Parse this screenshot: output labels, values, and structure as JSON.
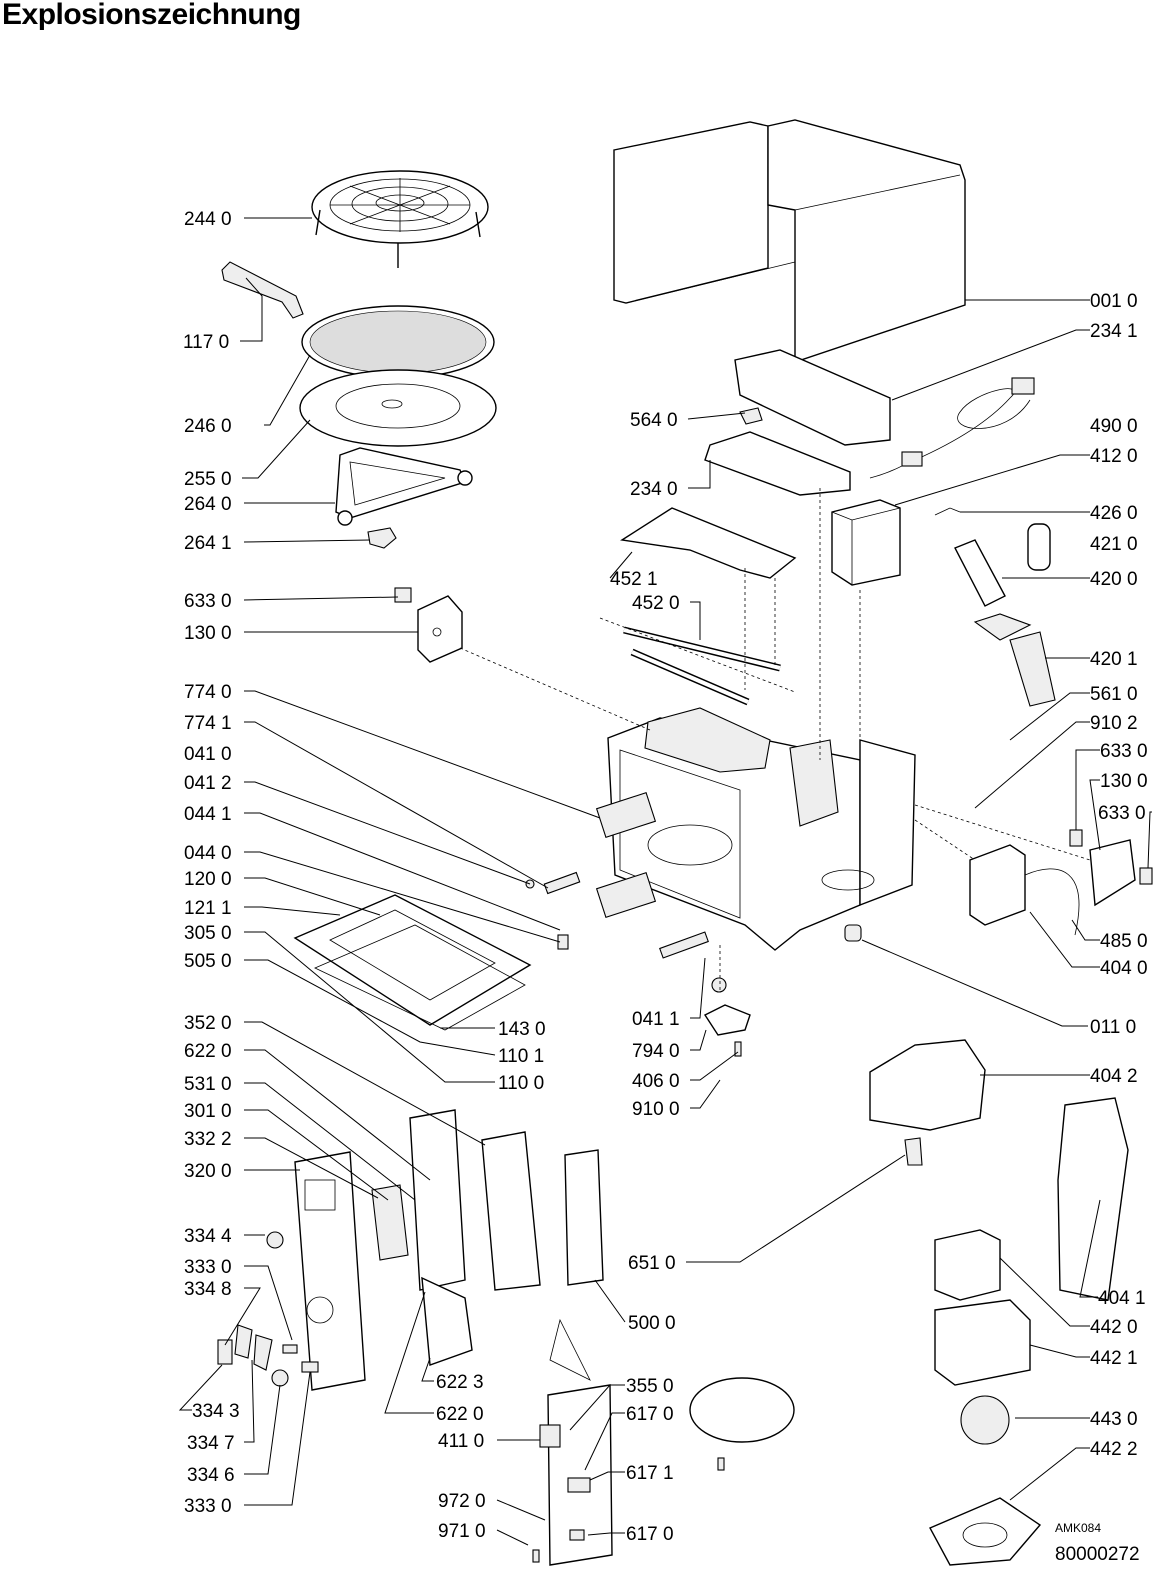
{
  "title": "Explosionszeichnung",
  "drawing_code": "AMK084",
  "document_number": "80000272",
  "labels": [
    {
      "id": "l2440",
      "text": "244 0"
    },
    {
      "id": "l1170",
      "text": "117 0"
    },
    {
      "id": "l2460",
      "text": "246 0"
    },
    {
      "id": "l2550",
      "text": "255 0"
    },
    {
      "id": "l2640",
      "text": "264 0"
    },
    {
      "id": "l2641",
      "text": "264 1"
    },
    {
      "id": "l6330a",
      "text": "633 0"
    },
    {
      "id": "l1300a",
      "text": "130 0"
    },
    {
      "id": "l7740",
      "text": "774 0"
    },
    {
      "id": "l7741",
      "text": "774 1"
    },
    {
      "id": "l0410",
      "text": "041 0"
    },
    {
      "id": "l0412",
      "text": "041 2"
    },
    {
      "id": "l0441",
      "text": "044 1"
    },
    {
      "id": "l0440",
      "text": "044 0"
    },
    {
      "id": "l1200",
      "text": "120 0"
    },
    {
      "id": "l1211",
      "text": "121 1"
    },
    {
      "id": "l3050",
      "text": "305 0"
    },
    {
      "id": "l5050",
      "text": "505 0"
    },
    {
      "id": "l1430",
      "text": "143 0"
    },
    {
      "id": "l1101",
      "text": "110 1"
    },
    {
      "id": "l1100",
      "text": "110 0"
    },
    {
      "id": "l3520",
      "text": "352 0"
    },
    {
      "id": "l6220a",
      "text": "622  0"
    },
    {
      "id": "l5310",
      "text": "531 0"
    },
    {
      "id": "l3010",
      "text": "301 0"
    },
    {
      "id": "l3322",
      "text": "332 2"
    },
    {
      "id": "l3200",
      "text": "320 0"
    },
    {
      "id": "l3344",
      "text": "334 4"
    },
    {
      "id": "l3330a",
      "text": "333 0"
    },
    {
      "id": "l3348",
      "text": "334 8"
    },
    {
      "id": "l3343",
      "text": "334 3"
    },
    {
      "id": "l3347",
      "text": "334 7"
    },
    {
      "id": "l3346",
      "text": "334 6"
    },
    {
      "id": "l3330b",
      "text": "333 0"
    },
    {
      "id": "l6223",
      "text": "622 3"
    },
    {
      "id": "l6220b",
      "text": "622 0"
    },
    {
      "id": "l5640",
      "text": "564 0"
    },
    {
      "id": "l2340",
      "text": "234 0"
    },
    {
      "id": "l4521",
      "text": "452 1"
    },
    {
      "id": "l4520",
      "text": "452 0"
    },
    {
      "id": "l0411",
      "text": "041 1"
    },
    {
      "id": "l7940",
      "text": "794 0"
    },
    {
      "id": "l4060",
      "text": "406 0"
    },
    {
      "id": "l9100",
      "text": "910 0"
    },
    {
      "id": "l6510",
      "text": "651 0"
    },
    {
      "id": "l5000",
      "text": "500 0"
    },
    {
      "id": "l3550",
      "text": "355 0"
    },
    {
      "id": "l6170a",
      "text": "617 0"
    },
    {
      "id": "l4110",
      "text": "411 0"
    },
    {
      "id": "l6171",
      "text": "617 1"
    },
    {
      "id": "l9720",
      "text": "972 0"
    },
    {
      "id": "l9710",
      "text": "971 0"
    },
    {
      "id": "l6170b",
      "text": "617 0"
    },
    {
      "id": "l0010",
      "text": "001 0"
    },
    {
      "id": "l2341",
      "text": "234 1"
    },
    {
      "id": "l4900",
      "text": "490 0"
    },
    {
      "id": "l4120",
      "text": "412 0"
    },
    {
      "id": "l4260",
      "text": "426 0"
    },
    {
      "id": "l4210",
      "text": "421 0"
    },
    {
      "id": "l4200",
      "text": "420 0"
    },
    {
      "id": "l4201",
      "text": "420 1"
    },
    {
      "id": "l5610",
      "text": "561 0"
    },
    {
      "id": "l9102",
      "text": "910 2"
    },
    {
      "id": "l6330b",
      "text": "633 0"
    },
    {
      "id": "l1300b",
      "text": "130 0"
    },
    {
      "id": "l6330c",
      "text": "633 0"
    },
    {
      "id": "l4850",
      "text": "485 0"
    },
    {
      "id": "l4040",
      "text": "404 0"
    },
    {
      "id": "l0110",
      "text": "011 0"
    },
    {
      "id": "l4042",
      "text": "404 2"
    },
    {
      "id": "l4041",
      "text": "404 1"
    },
    {
      "id": "l4420",
      "text": "442 0"
    },
    {
      "id": "l4421",
      "text": "442 1"
    },
    {
      "id": "l4430",
      "text": "443 0"
    },
    {
      "id": "l4422",
      "text": "442 2"
    }
  ]
}
